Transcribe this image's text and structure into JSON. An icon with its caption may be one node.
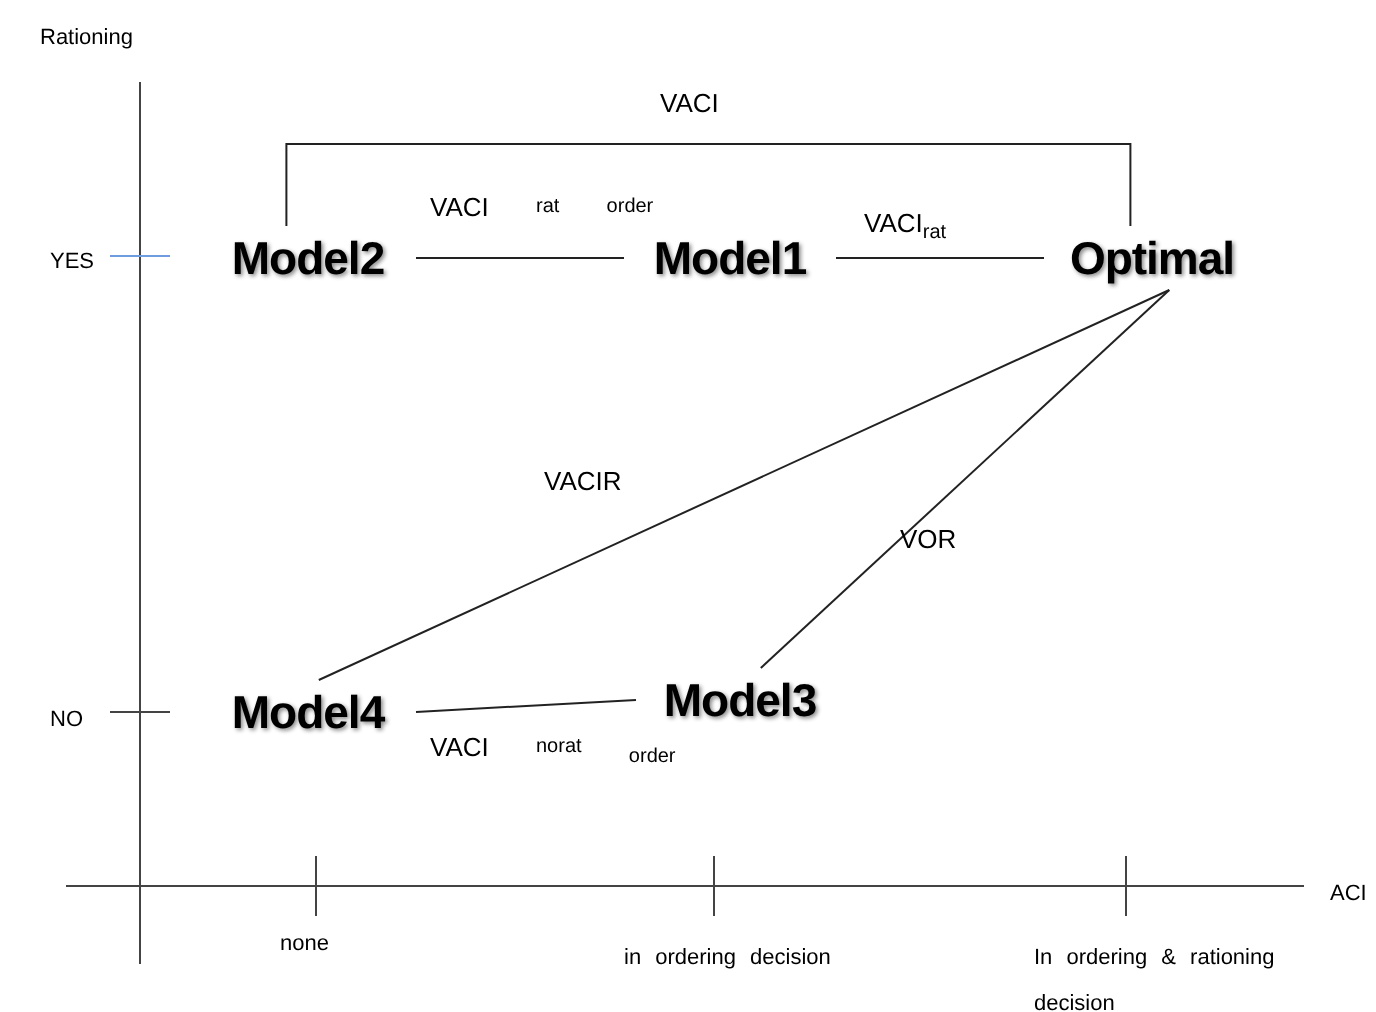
{
  "diagram": {
    "nodes": [
      {
        "text": [
          "Model2"
        ]
      },
      {
        "text": [
          "Model1"
        ]
      },
      {
        "text": [
          "Optimal"
        ]
      },
      {
        "text": [
          "Model4"
        ]
      },
      {
        "text": [
          "Model3"
        ]
      }
    ],
    "edges": [
      {
        "from": 0,
        "to": 1,
        "arrow": "none",
        "label": "VACI $^{rat}$ $^{order}$"
      },
      {
        "from": 1,
        "to": 2,
        "arrow": "none",
        "label": "VACI$_{rat}$"
      },
      {
        "from": 0,
        "to": 2,
        "arrow": "none",
        "label": "VACI"
      },
      {
        "from": 2,
        "to": 3,
        "arrow": "none",
        "label": "VACIR"
      },
      {
        "from": 2,
        "to": 4,
        "arrow": "none",
        "label": "VOR"
      },
      {
        "from": 3,
        "to": 4,
        "arrow": "none",
        "label": "VACI $^{norat}$ $_{order}$"
      }
    ],
    "labels": [
      "Rationing",
      "YES",
      "NO",
      "ACI",
      "none",
      "in ordering decision",
      "In ordering & rationing decision"
    ]
  }
}
